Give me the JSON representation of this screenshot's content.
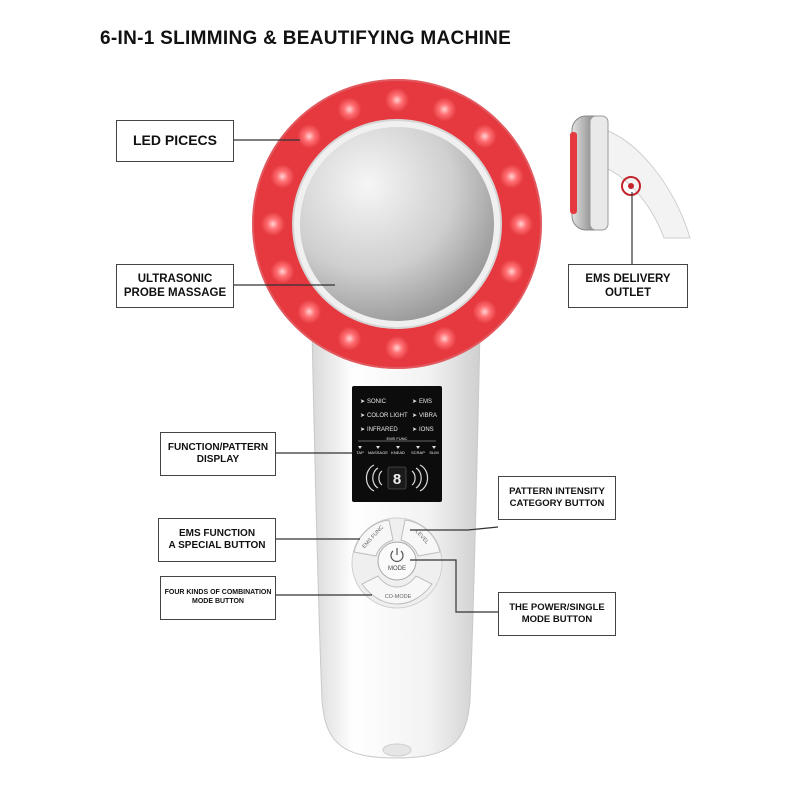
{
  "title": "6-IN-1 SLIMMING & BEAUTIFYING MACHINE",
  "callouts": {
    "led": "LED PICECS",
    "ultrasonic": "ULTRASONIC\nPROBE MASSAGE",
    "ems_outlet": "EMS DELIVERY\nOUTLET",
    "function_display": "FUNCTION/PATTERN\nDISPLAY",
    "pattern_intensity": "PATTERN INTENSITY\nCATEGORY BUTTON",
    "ems_function": "EMS FUNCTION\nA SPECIAL BUTTON",
    "four_kinds": "FOUR KINDS OF COMBINATION\nMODE BUTTON",
    "power": "THE POWER/SINGLE\nMODE BUTTON"
  },
  "display": {
    "modes_left": [
      "SONIC",
      "COLOR LIGHT",
      "INFRARED"
    ],
    "modes_right": [
      "EMS",
      "VIBRA",
      "IONS"
    ],
    "ems_func_label": "EMS FUNC",
    "ems_sub": [
      "TAP",
      "MASSAGE",
      "KNEAD",
      "SCRAP",
      "SLIM"
    ],
    "digit": "8"
  },
  "buttons": {
    "ems_func": "EMS FUNC",
    "level": "LEVEL",
    "mode": "MODE",
    "co_mode": "CO-MODE"
  },
  "colors": {
    "led_red": "#e5393f",
    "body_white": "#f4f4f4",
    "display_black": "#0c0c0c"
  }
}
